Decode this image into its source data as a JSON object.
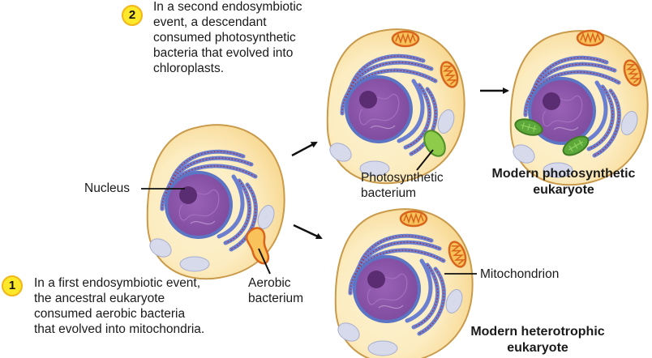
{
  "steps": [
    {
      "number": "1",
      "text": "In a first endosymbiotic event,\nthe ancestral eukaryote\nconsumed aerobic bacteria\nthat evolved into mitochondria."
    },
    {
      "number": "2",
      "text": "In a second endosymbiotic\nevent,  a descendant\nconsumed photosynthetic\nbacteria that evolved into\nchloroplasts."
    }
  ],
  "labels": {
    "nucleus": "Nucleus",
    "aerobic_bacterium": "Aerobic\nbacterium",
    "photosynthetic_bacterium": "Photosynthetic\nbacterium",
    "mitochondrion": "Mitochondrion",
    "modern_photosynthetic": "Modern photosynthetic\neukaryote",
    "modern_heterotrophic": "Modern heterotrophic\neukaryote"
  },
  "colors": {
    "cytoplasm": "#fdefc4",
    "cytoplasm_glow": "#f9cf7a",
    "membrane": "#c99a4a",
    "nucleus": "#8b52a8",
    "nuclear_envelope": "#5b74c4",
    "nucleolus": "#5a2c72",
    "er": "#6b7fd0",
    "ribosome": "#b0262f",
    "vacuole": "#d6daea",
    "mitochondrion": "#ef8a2a",
    "chloroplast": "#5da83a",
    "photo_bacterium": "#8fcb4a",
    "aerobic_bacterium": "#f9c25a",
    "badge": "#fde82a"
  }
}
